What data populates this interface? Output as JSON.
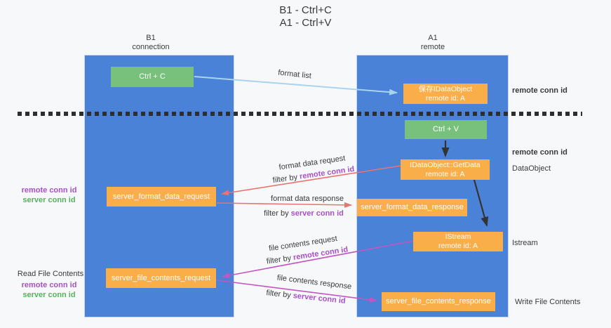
{
  "title": {
    "line1": "B1 - Ctrl+C",
    "line2": "A1 - Ctrl+V"
  },
  "lifelines": {
    "b1": {
      "name": "B1",
      "role": "connection"
    },
    "a1": {
      "name": "A1",
      "role": "remote"
    }
  },
  "boxes": {
    "ctrl_c": {
      "label": "Ctrl + C"
    },
    "save_dataobject": {
      "line1": "保存IDataObject",
      "line2": "remote id: A"
    },
    "ctrl_v": {
      "label": "Ctrl + V"
    },
    "getdata": {
      "line1": "IDataObject::GetData",
      "line2": "remote id: A"
    },
    "format_request": {
      "label": "server_format_data_request"
    },
    "format_response": {
      "label": "server_format_data_response"
    },
    "istream": {
      "line1": "IStream",
      "line2": "remote id: A"
    },
    "file_request": {
      "label": "server_file_contents_request"
    },
    "file_response": {
      "label": "server_file_contents_response"
    }
  },
  "side_labels": {
    "remote_conn_id_top": "remote conn id",
    "remote_conn_id_mid": "remote conn id",
    "dataobject": "DataObject",
    "istream": "Istream",
    "write_file_contents": "Write File Contents",
    "read_file_contents": "Read File Contents",
    "pair1": {
      "remote": "remote conn id",
      "server": "server conn id"
    },
    "pair2": {
      "remote": "remote conn id",
      "server": "server conn id"
    }
  },
  "arrow_labels": {
    "format_list": "format list",
    "format_data_request": "format data request",
    "filter1": {
      "prefix": "filter by ",
      "value": "remote conn id"
    },
    "format_data_response": "format data response",
    "filter2": {
      "prefix": "filter by ",
      "value": "server conn id"
    },
    "file_contents_request": "file contents request",
    "filter3": {
      "prefix": "filter by ",
      "value": "remote conn id"
    },
    "file_contents_response": "file contents response",
    "filter4": {
      "prefix": "filter by ",
      "value": "server conn id"
    }
  },
  "colors": {
    "lifeline_blue": "#4a82d8",
    "action_green": "#77c17c",
    "message_orange": "#f9ae49",
    "arrow_light_blue": "#a9d3ee",
    "arrow_red": "#e8736f",
    "arrow_magenta": "#c455c2",
    "arrow_black": "#333333",
    "conn_id_purple": "#a750c8",
    "conn_id_green": "#55b35c"
  }
}
